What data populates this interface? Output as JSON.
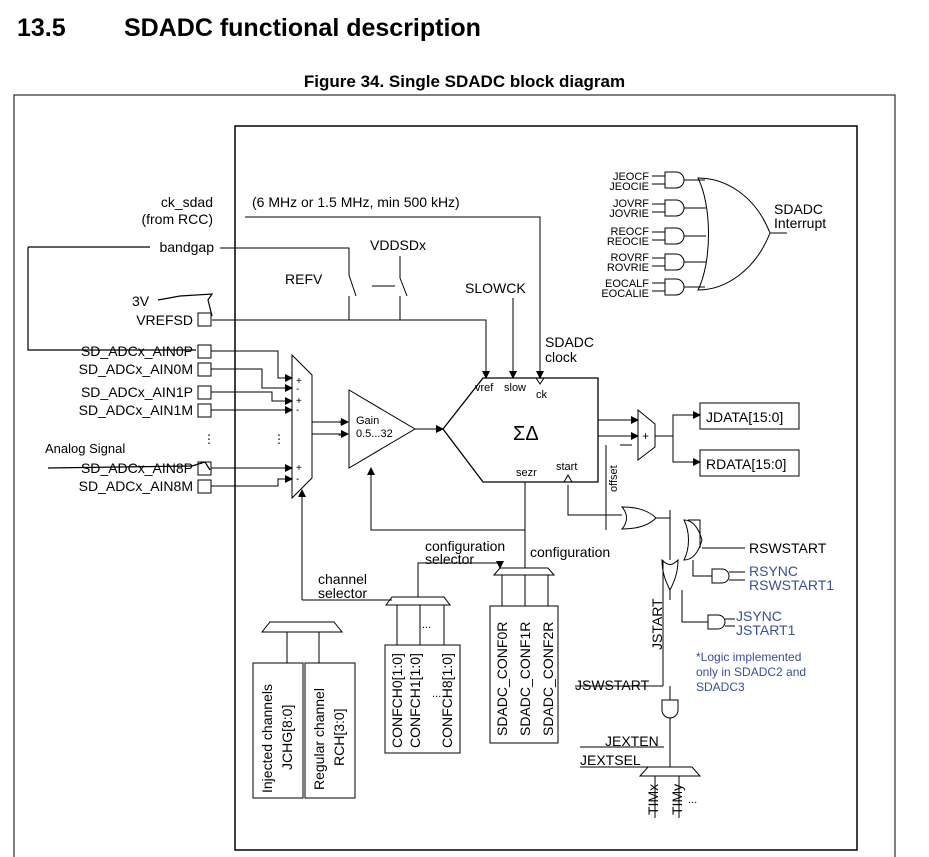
{
  "section": {
    "number": "13.5",
    "title": "SDADC functional description"
  },
  "figure_title": "Figure 34. Single SDADC block diagram",
  "labels": {
    "ck_sdad": "ck_sdad",
    "from_rcc": "(from RCC)",
    "clock_note": "(6 MHz or 1.5 MHz, min 500 kHz)",
    "bandgap": "bandgap",
    "vddsdx": "VDDSDx",
    "refv": "REFV",
    "slowck": "SLOWCK",
    "v3": "3V",
    "vrefsd": "VREFSD",
    "analog_signal": "Analog Signal",
    "sdadc_clock_1": "SDADC",
    "sdadc_clock_2": "clock",
    "vref": "vref",
    "slow": "slow",
    "ck": "ck",
    "sigma_delta": "ΣΔ",
    "sezr": "sezr",
    "start": "start",
    "offset": "offset",
    "gain_1": "Gain",
    "gain_2": "0.5...32",
    "jdata": "JDATA[15:0]",
    "rdata": "RDATA[15:0]",
    "sdadc_interrupt_1": "SDADC",
    "sdadc_interrupt_2": "Interrupt",
    "config_selector_1": "configuration",
    "config_selector_2": "selector",
    "configuration": "configuration",
    "channel_selector_1": "channel",
    "channel_selector_2": "selector",
    "injected_channels_1": "Injected channels",
    "injected_channels_2": "JCHG[8:0]",
    "regular_channel_1": "Regular channel",
    "regular_channel_2": "RCH[3:0]",
    "confch0": "CONFCH0[1:0]",
    "confch1": "CONFCH1[1:0]",
    "confch8": "CONFCH8[1:0]",
    "sdadc_conf0r": "SDADC_CONF0R",
    "sdadc_conf1r": "SDADC_CONF1R",
    "sdadc_conf2r": "SDADC_CONF2R",
    "rswstart": "RSWSTART",
    "rsync": "RSYNC",
    "rswstart1": "RSWSTART1",
    "jsync": "JSYNC",
    "jstart1": "JSTART1",
    "jstart": "JSTART",
    "jswstart": "JSWSTART",
    "jexten": "JEXTEN",
    "jextsel": "JEXTSEL",
    "timx": "TIMx",
    "timy": "TIMy",
    "ellipsis": "...",
    "dots": "⋮",
    "note_1": "*Logic implemented",
    "note_2": "only in SDADC2 and",
    "note_3": "SDADC3"
  },
  "inputs": [
    "SD_ADCx_AIN0P",
    "SD_ADCx_AIN0M",
    "SD_ADCx_AIN1P",
    "SD_ADCx_AIN1M",
    "SD_ADCx_AIN8P",
    "SD_ADCx_AIN8M"
  ],
  "interrupt_flags": [
    "JEOCF",
    "JEOCIE",
    "JOVRF",
    "JOVRIE",
    "REOCF",
    "REOCIE",
    "ROVRF",
    "ROVRIE",
    "EOCALF",
    "EOCALIE"
  ],
  "colors": {
    "logic_note": "#3a4e9a",
    "ink": "#000000",
    "annotation": "#000000"
  }
}
